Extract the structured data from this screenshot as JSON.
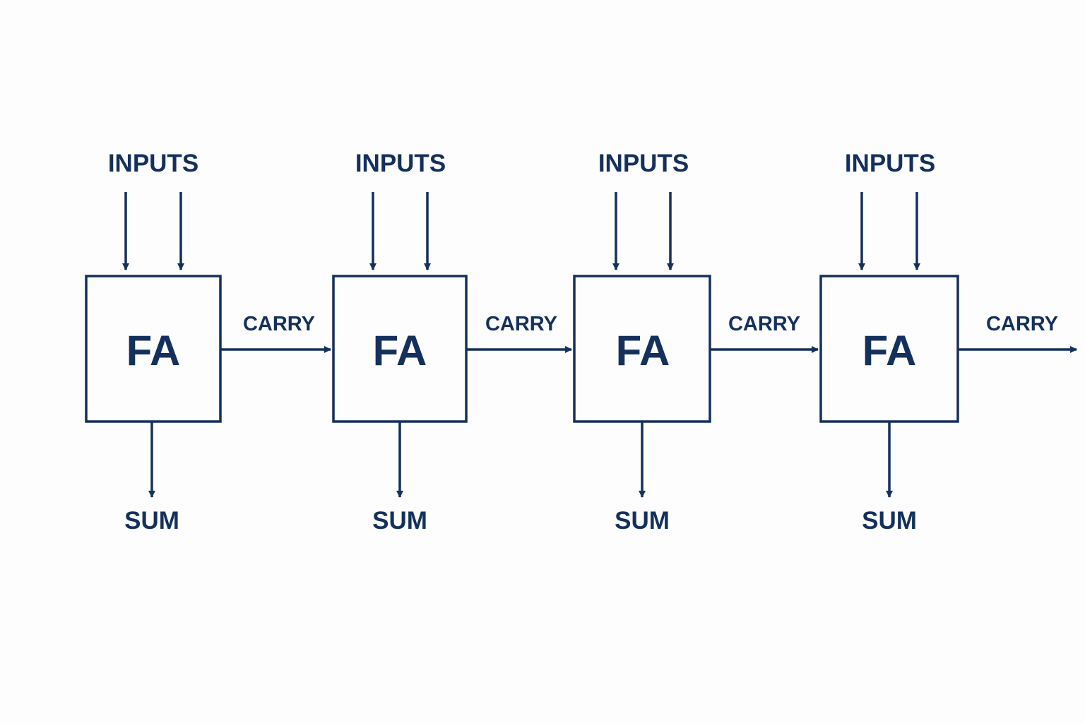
{
  "colors": {
    "ink": "#14305c",
    "background": "#fdfdfd"
  },
  "stages": [
    {
      "block_label": "FA",
      "inputs_label": "INPUTS",
      "sum_label": "SUM",
      "carry_label": "CARRY"
    },
    {
      "block_label": "FA",
      "inputs_label": "INPUTS",
      "sum_label": "SUM",
      "carry_label": "CARRY"
    },
    {
      "block_label": "FA",
      "inputs_label": "INPUTS",
      "sum_label": "SUM",
      "carry_label": "CARRY"
    },
    {
      "block_label": "FA",
      "inputs_label": "INPUTS",
      "sum_label": "SUM",
      "carry_label": "CARRY"
    }
  ]
}
